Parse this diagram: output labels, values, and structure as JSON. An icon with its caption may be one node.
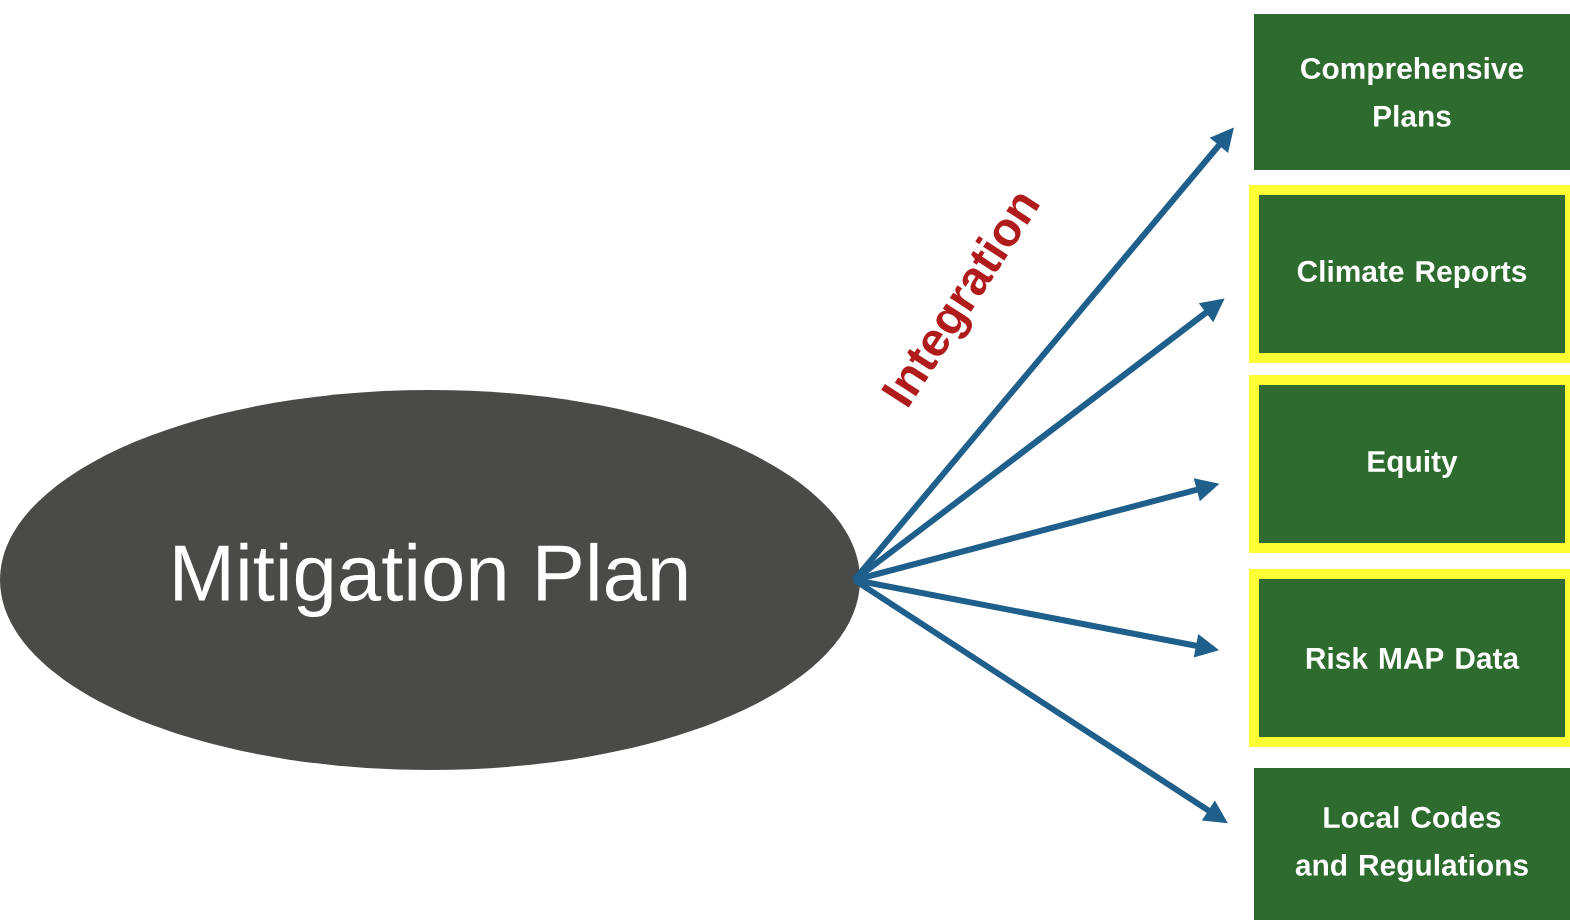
{
  "diagram": {
    "nodes": [
      {
        "text": [
          "Mitigation Plan"
        ]
      },
      {
        "text": [
          "Comprehensive Plans"
        ]
      },
      {
        "text": [
          "Climate Reports"
        ]
      },
      {
        "text": [
          "Equity"
        ]
      },
      {
        "text": [
          "Risk MAP Data"
        ]
      },
      {
        "text": [
          "Local Codes and Regulations"
        ]
      }
    ],
    "edges": [
      {
        "from": 0,
        "to": 1,
        "arrow": "to"
      },
      {
        "from": 0,
        "to": 2,
        "arrow": "to"
      },
      {
        "from": 0,
        "to": 3,
        "arrow": "to"
      },
      {
        "from": 0,
        "to": 4,
        "arrow": "to"
      },
      {
        "from": 0,
        "to": 5,
        "arrow": "to"
      }
    ],
    "labels": [
      "Integration"
    ]
  }
}
